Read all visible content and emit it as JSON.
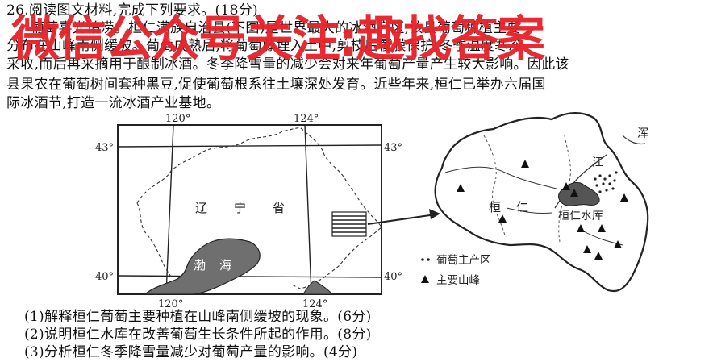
{
  "question": {
    "header": "26.阅读图文材料,完成下列要求。(18分)",
    "para_lines": [
      "葡萄喜光怕涝。桓仁满族自治县(下图)是世界最大的冰酒产区,该县葡萄种植主要",
      "分布在山峰南侧缓坡。葡萄成熟后,将葡萄藤埋入土中,剪枝后覆膜保护,冬季温度寒冷",
      "采收,而后再采摘用于酿制冰酒。冬季降雪量的减少会对来年葡萄产量产生较大影响。因此该",
      "县果农在葡萄树间套种黑豆,促使葡萄根系往土壤深处发育。近些年来,桓仁已举办六届国",
      "际冰酒节,打造一流冰酒产业基地。"
    ],
    "sub_questions": [
      "(1)解释桓仁葡萄主要种植在山峰南侧缓坡的现象。(6分)",
      "(2)说明桓仁水库在改善葡萄生长条件所起的作用。(8分)",
      "(3)分析桓仁冬季降雪量减少对葡萄产量的影响。(4分)"
    ]
  },
  "watermark": "微信公众号关注:趣找答案",
  "map_left": {
    "lon_top": [
      "120°",
      "124°"
    ],
    "lon_bottom": [
      "120°",
      "124°"
    ],
    "lat_left": [
      "43°",
      "40°"
    ],
    "lat_right": [
      "43°",
      "40°"
    ],
    "province_label": [
      "辽",
      "宁",
      "省"
    ],
    "sea_label": [
      "渤",
      "海"
    ]
  },
  "map_right": {
    "county_label": [
      "桓",
      "仁"
    ],
    "reservoir_label": "桓仁水库",
    "river_label_1": "浑",
    "river_label_2": "江",
    "legend": [
      {
        "symbol": "dots",
        "label": "葡萄主产区"
      },
      {
        "symbol": "triangle",
        "label": "主要山峰"
      }
    ]
  }
}
